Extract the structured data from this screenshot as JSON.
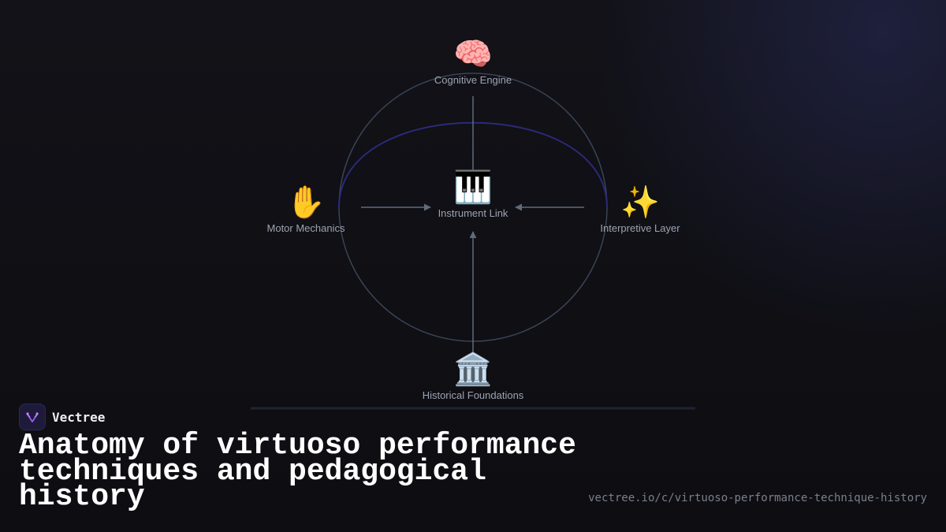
{
  "diagram": {
    "nodes": {
      "top": {
        "icon": "brain-icon",
        "emoji": "🧠",
        "label": "Cognitive Engine"
      },
      "center": {
        "icon": "piano-keys-icon",
        "emoji": "🎹",
        "label": "Instrument Link"
      },
      "left": {
        "icon": "raised-hand-icon",
        "emoji": "✋",
        "label": "Motor Mechanics"
      },
      "right": {
        "icon": "sparkles-icon",
        "emoji": "✨",
        "label": "Interpretive Layer"
      },
      "bottom": {
        "icon": "classical-building-icon",
        "emoji": "🏛️",
        "label": "Historical Foundations"
      }
    },
    "colors": {
      "circle": "#3a4454",
      "arc": "#2b2a7a",
      "arrow": "#5e6b7c"
    }
  },
  "brand": {
    "name": "Vectree",
    "logo_color": "#9b5cf6"
  },
  "title": "Anatomy of virtuoso performance techniques and pedagogical history",
  "url": "vectree.io/c/virtuoso-performance-technique-history"
}
